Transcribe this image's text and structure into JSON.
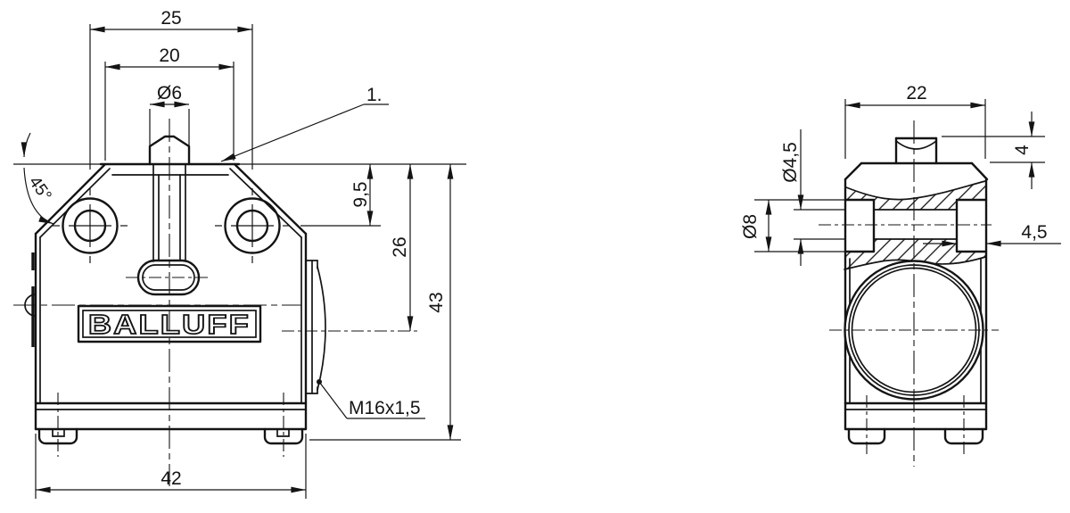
{
  "drawing": {
    "front": {
      "logo": "BALLUFF",
      "dim_hole_spacing": "25",
      "dim_top_width": "20",
      "dim_plunger_dia": "Ø6",
      "dim_chamfer_angle": "45°",
      "ref_callout": "1.",
      "dim_top_to_holes": "9,5",
      "dim_top_to_gland_axis": "26",
      "dim_total_height": "43",
      "thread_label": "M16x1,5",
      "dim_body_width": "42"
    },
    "side": {
      "dim_body_depth": "22",
      "dim_plunger_protrusion": "4",
      "dim_hole_dia": "Ø4,5",
      "dim_counterbore_dia": "Ø8",
      "dim_slot_depth": "4,5"
    }
  }
}
